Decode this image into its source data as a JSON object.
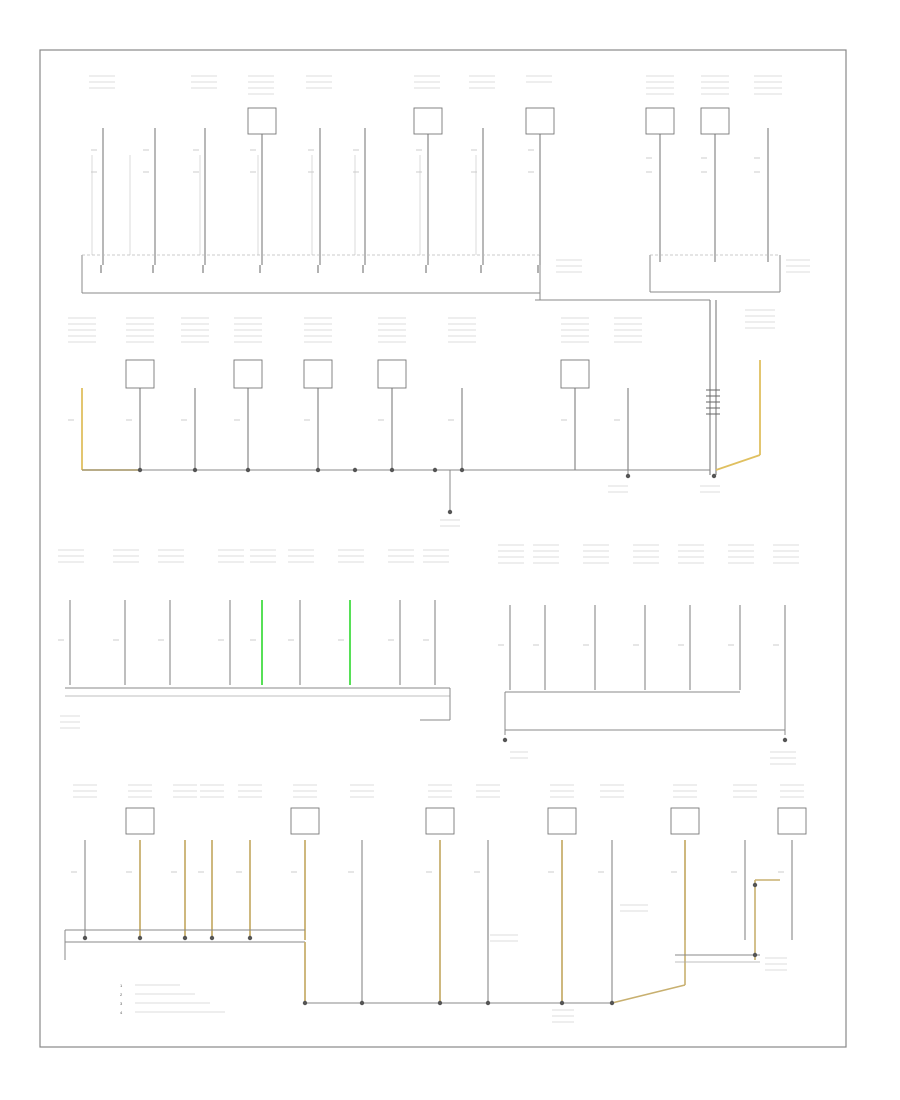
{
  "diagram": {
    "figure_id": "",
    "legend_markers": [
      "1",
      "2",
      "3",
      "4"
    ],
    "colors": {
      "wire": "#888888",
      "frame": "#777777",
      "yellow_wire": "#e0c060",
      "green_wire": "#44dd44",
      "tan_wire": "#c8b070"
    }
  }
}
